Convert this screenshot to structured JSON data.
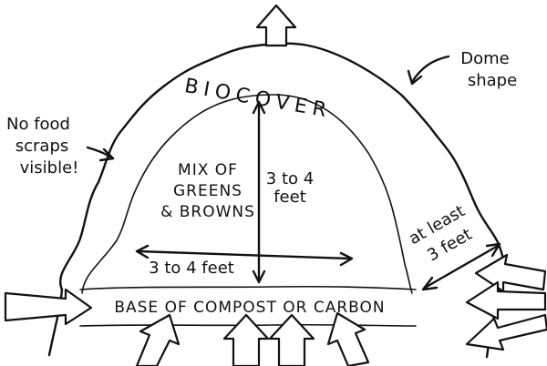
{
  "labels": {
    "biocover": "BIOCOVER",
    "mix_line1": "MIX OF",
    "mix_line2": "GREENS",
    "mix_line3": "& BROWNS",
    "height_line1": "3 to 4",
    "height_line2": "feet",
    "width": "3 to 4 feet",
    "base": "BASE OF COMPOST OR CARBON",
    "no_food_line1": "No food",
    "no_food_line2": "scraps",
    "no_food_line3": "visible!",
    "dome_line1": "Dome",
    "dome_line2": "shape",
    "at_least_line1": "at least",
    "at_least_line2": "3 feet"
  }
}
